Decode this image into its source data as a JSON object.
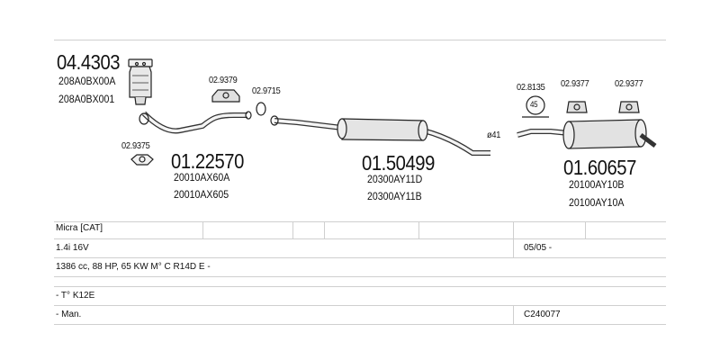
{
  "parts": [
    {
      "code": "04.4303",
      "refs": [
        "208A0BX00A",
        "208A0BX001"
      ]
    },
    {
      "code": "01.22570",
      "refs": [
        "20010AX60A",
        "20010AX605"
      ]
    },
    {
      "code": "01.50499",
      "refs": [
        "20300AY11D",
        "20300AY11B"
      ]
    },
    {
      "code": "01.60657",
      "refs": [
        "20100AY10B",
        "20100AY10A"
      ]
    }
  ],
  "fittings": {
    "f1": "02.9379",
    "f2": "02.9715",
    "f3": "02.9375",
    "f4": "02.8135",
    "f5": "02.9377",
    "f6": "02.9377"
  },
  "pipe_dim": "ø41",
  "clamp_size": "45",
  "vehicle": {
    "model": "Micra  [CAT]",
    "engine": "1.4i 16V",
    "date": "05/05 -",
    "specs": "1386 cc, 88 HP, 65 KW M° C R14D E -",
    "type": "- T° K12E",
    "transmission": "- Man.",
    "code": "C240077"
  }
}
